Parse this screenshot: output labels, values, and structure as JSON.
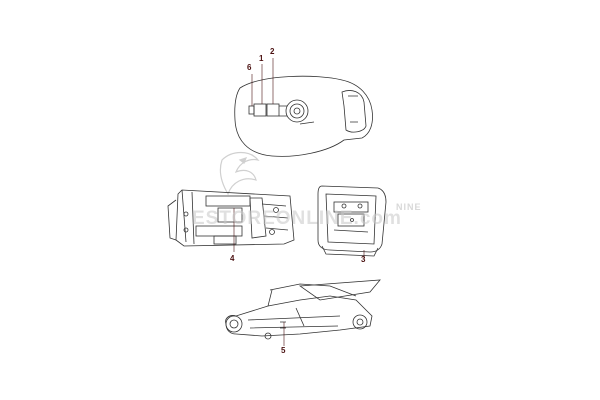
{
  "callouts": [
    {
      "id": "6",
      "text": "6"
    },
    {
      "id": "1",
      "text": "1"
    },
    {
      "id": "2",
      "text": "2"
    },
    {
      "id": "4",
      "text": "4"
    },
    {
      "id": "3",
      "text": "3"
    },
    {
      "id": "5",
      "text": "5"
    }
  ],
  "watermark": {
    "text": "ESTOREONLINE.com",
    "sub": "NINE"
  },
  "colors": {
    "line": "#333333",
    "callout": "#4a1010",
    "watermark": "#c8c8c8"
  }
}
